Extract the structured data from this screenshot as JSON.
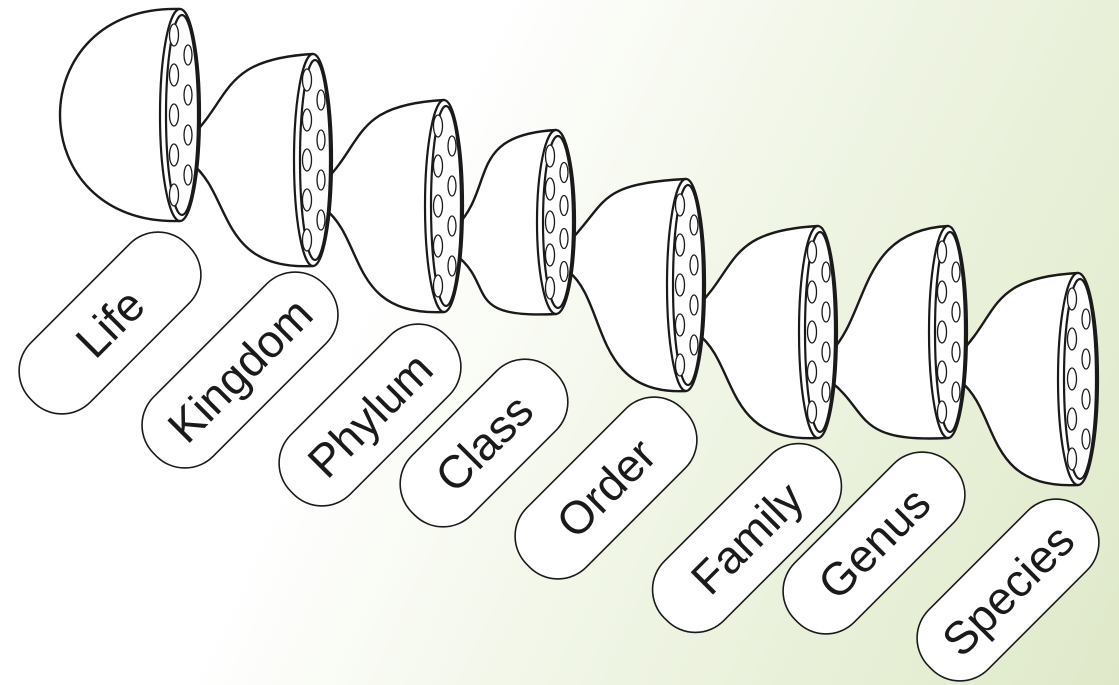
{
  "diagram": {
    "levels": [
      {
        "label": "Life"
      },
      {
        "label": "Kingdom"
      },
      {
        "label": "Phylum"
      },
      {
        "label": "Class"
      },
      {
        "label": "Order"
      },
      {
        "label": "Family"
      },
      {
        "label": "Genus"
      },
      {
        "label": "Species"
      }
    ]
  }
}
